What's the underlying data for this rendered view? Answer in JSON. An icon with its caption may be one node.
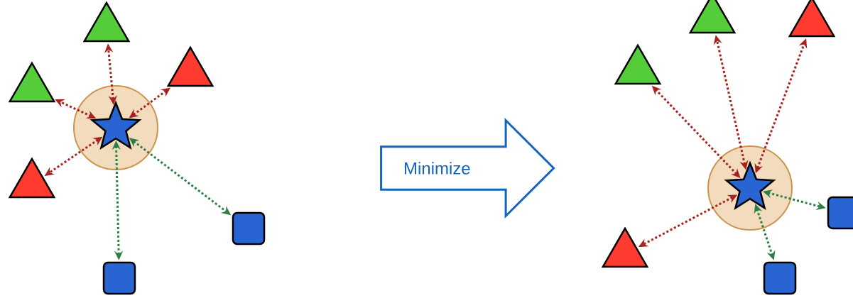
{
  "diagram": {
    "nodes": [
      {
        "text": [],
        "shape": "circle"
      },
      {
        "text": [],
        "shape": "star",
        "in": 0
      },
      {
        "text": [],
        "shape": "triangle"
      },
      {
        "text": [],
        "shape": "triangle"
      },
      {
        "text": [],
        "shape": "triangle"
      },
      {
        "text": [],
        "shape": "triangle"
      },
      {
        "text": [],
        "shape": "box"
      },
      {
        "text": [],
        "shape": "box"
      },
      {
        "text": [
          "Minimize"
        ]
      },
      {
        "text": [],
        "shape": "circle"
      },
      {
        "text": [],
        "shape": "star",
        "in": 9
      },
      {
        "text": [],
        "shape": "triangle"
      },
      {
        "text": [],
        "shape": "triangle"
      },
      {
        "text": [],
        "shape": "triangle"
      },
      {
        "text": [],
        "shape": "triangle"
      },
      {
        "text": [],
        "shape": "box"
      },
      {
        "text": [],
        "shape": "box"
      }
    ],
    "edges": [
      {
        "from": 1,
        "to": 2,
        "arrow": "both"
      },
      {
        "from": 1,
        "to": 3,
        "arrow": "both"
      },
      {
        "from": 1,
        "to": 4,
        "arrow": "both"
      },
      {
        "from": 1,
        "to": 5,
        "arrow": "both"
      },
      {
        "from": 1,
        "to": 6,
        "arrow": "both",
        "color": "#2e7d46"
      },
      {
        "from": 1,
        "to": 7,
        "arrow": "both",
        "color": "#2e7d46"
      },
      {
        "from": 10,
        "to": 11,
        "arrow": "both"
      },
      {
        "from": 10,
        "to": 12,
        "arrow": "both"
      },
      {
        "from": 10,
        "to": 13,
        "arrow": "both"
      },
      {
        "from": 10,
        "to": 14,
        "arrow": "both"
      },
      {
        "from": 10,
        "to": 15,
        "arrow": "both",
        "color": "#2e7d46"
      },
      {
        "from": 10,
        "to": 16,
        "arrow": "both",
        "color": "#2e7d46"
      }
    ]
  }
}
